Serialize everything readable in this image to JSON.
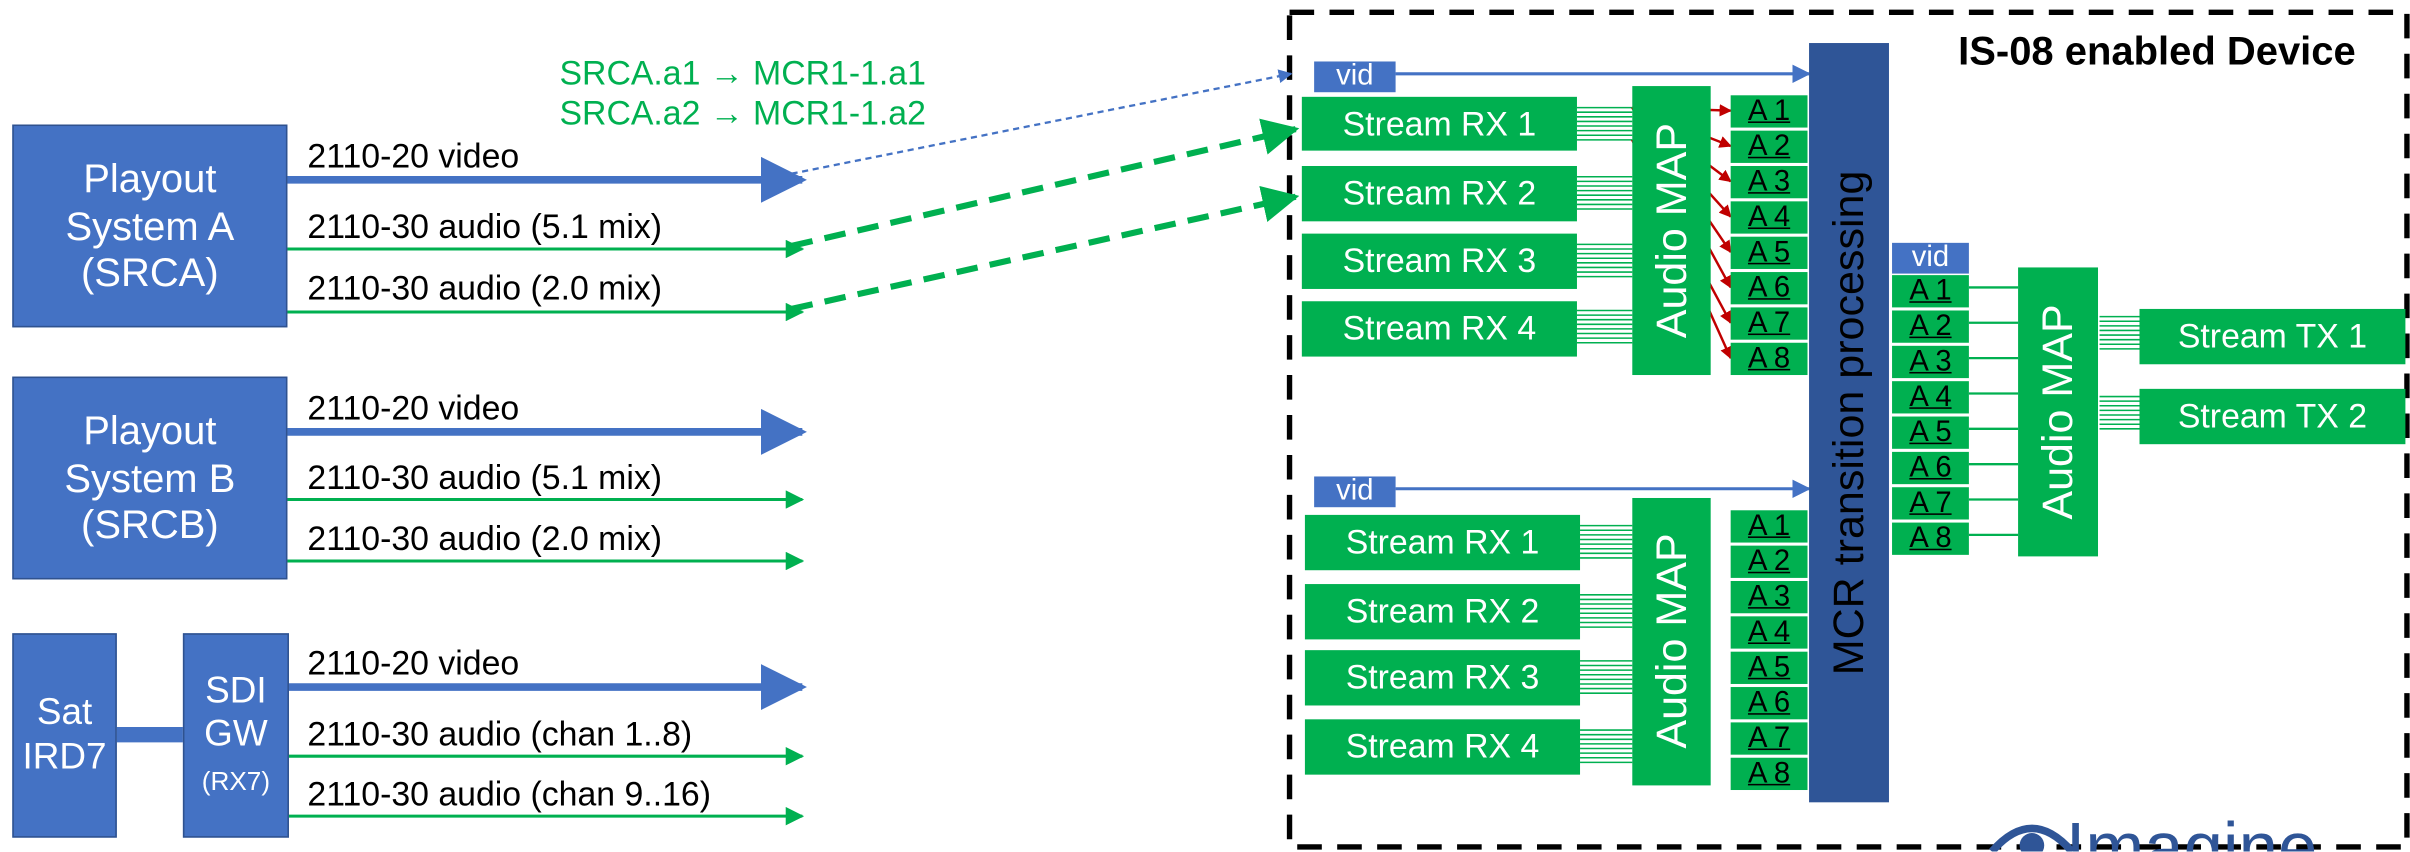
{
  "colors": {
    "video_blue": "#4472c4",
    "audio_green": "#00b050",
    "mcr_dark_blue": "#2f5597",
    "map_arrow_red": "#c00000"
  },
  "annotation": {
    "line1": "SRCA.a1 → MCR1-1.a1",
    "line2": "SRCA.a2 → MCR1-1.a2"
  },
  "sources": {
    "a": {
      "line1": "Playout",
      "line2": "System A",
      "line3": "(SRCA)",
      "flows": [
        "2110-20 video",
        "2110-30 audio (5.1 mix)",
        "2110-30 audio (2.0 mix)"
      ]
    },
    "b": {
      "line1": "Playout",
      "line2": "System B",
      "line3": "(SRCB)",
      "flows": [
        "2110-20 video",
        "2110-30 audio (5.1 mix)",
        "2110-30 audio (2.0 mix)"
      ]
    },
    "c": {
      "ird_line1": "Sat",
      "ird_line2": "IRD7",
      "gw_line1": "SDI",
      "gw_line2": "GW",
      "gw_line3": "(RX7)",
      "flows": [
        "2110-20 video",
        "2110-30 audio (chan 1..8)",
        "2110-30 audio (chan 9..16)"
      ]
    }
  },
  "device": {
    "title": "IS-08 enabled Device",
    "vid_label": "vid",
    "receivers": [
      "Stream RX 1",
      "Stream RX 2",
      "Stream RX 3",
      "Stream RX 4"
    ],
    "audio_map_label": "Audio MAP",
    "channels": [
      "A 1",
      "A 2",
      "A 3",
      "A 4",
      "A 5",
      "A 6",
      "A 7",
      "A 8"
    ],
    "mcr_label": "MCR transition processing",
    "transmitters": [
      "Stream TX 1",
      "Stream TX 2"
    ]
  },
  "logo": {
    "text": "Imagine"
  }
}
